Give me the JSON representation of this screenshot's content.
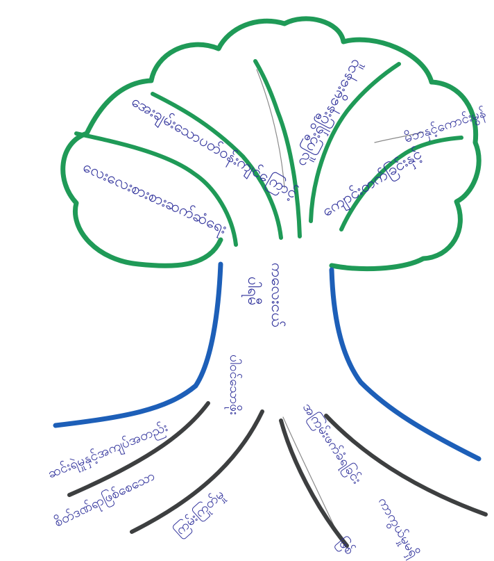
{
  "labels": {
    "branch_1": "လေးလေးစားစားဆက်ဆံရေး",
    "branch_2": "အေးချမ်းသောပတ်ဝန်းကျင်ကြောင့်",
    "branch_3": "လူကြီးရှိပြီးနမွေးနေသူ",
    "branch_4": "ကျောင်းတက်ခြင်းနှင့်",
    "branch_5": "မိဘနှင့်ကောင်းမွန်",
    "trunk_1": "ပါရမီ",
    "trunk_2": "ကလေးငယ်",
    "trunk_3": "ပါဝင်သောဖိုး",
    "root_1": "ဆင်းရဲမှုနှင့်အကျပ်အတည်း",
    "root_2": "စိတ်ဒဏ်ရာဖြစ်စေသော",
    "root_3": "ကြမ်းကြုတ်မှု",
    "root_4": "အကြမ်းဖက်ခံရခြင်း",
    "root_5": "ကာကွယ်မှုမရှိ",
    "root_6": "ဖြစ်"
  },
  "colors": {
    "canopy": "#1f9a57",
    "trunk": "#1d5fb8",
    "roots": "#3d3f40",
    "ink": "#2d2f9a"
  }
}
